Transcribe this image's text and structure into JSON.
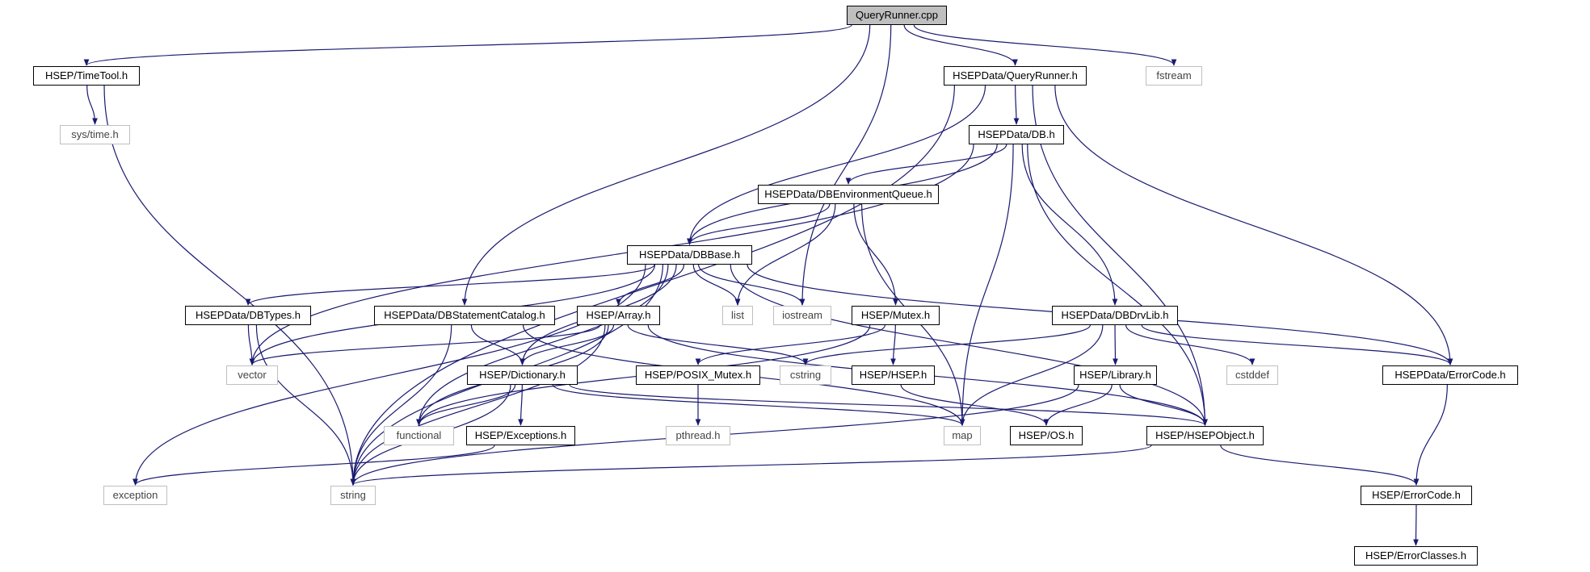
{
  "graph": {
    "title": "QueryRunner.cpp",
    "colors": {
      "edge": "#191970",
      "project_border": "#000000",
      "system_border": "#bfbfbf",
      "root_fill": "#bfbfbf",
      "background": "#ffffff"
    },
    "nodes": {
      "query-runner-cpp": {
        "label": "QueryRunner.cpp",
        "kind": "root"
      },
      "time-tool-h": {
        "label": "HSEP/TimeTool.h",
        "kind": "project"
      },
      "sys-time-h": {
        "label": "sys/time.h",
        "kind": "system"
      },
      "hsepdata-query-runner-h": {
        "label": "HSEPData/QueryRunner.h",
        "kind": "project"
      },
      "fstream": {
        "label": "fstream",
        "kind": "system"
      },
      "hsepdata-db-h": {
        "label": "HSEPData/DB.h",
        "kind": "project"
      },
      "hsepdata-db-environment-queue-h": {
        "label": "HSEPData/DBEnvironmentQueue.h",
        "kind": "project"
      },
      "hsepdata-dbbase-h": {
        "label": "HSEPData/DBBase.h",
        "kind": "project"
      },
      "hsepdata-dbtypes-h": {
        "label": "HSEPData/DBTypes.h",
        "kind": "project"
      },
      "hsepdata-db-statement-catalog-h": {
        "label": "HSEPData/DBStatementCatalog.h",
        "kind": "project"
      },
      "hsep-array-h": {
        "label": "HSEP/Array.h",
        "kind": "project"
      },
      "list": {
        "label": "list",
        "kind": "system"
      },
      "iostream": {
        "label": "iostream",
        "kind": "system"
      },
      "hsep-mutex-h": {
        "label": "HSEP/Mutex.h",
        "kind": "project"
      },
      "hsepdata-dbdrvlib-h": {
        "label": "HSEPData/DBDrvLib.h",
        "kind": "project"
      },
      "vector": {
        "label": "vector",
        "kind": "system"
      },
      "hsep-dictionary-h": {
        "label": "HSEP/Dictionary.h",
        "kind": "project"
      },
      "hsep-posix-mutex-h": {
        "label": "HSEP/POSIX_Mutex.h",
        "kind": "project"
      },
      "cstring": {
        "label": "cstring",
        "kind": "system"
      },
      "hsep-hsep-h": {
        "label": "HSEP/HSEP.h",
        "kind": "project"
      },
      "hsep-library-h": {
        "label": "HSEP/Library.h",
        "kind": "project"
      },
      "cstddef": {
        "label": "cstddef",
        "kind": "system"
      },
      "hsepdata-error-code-h": {
        "label": "HSEPData/ErrorCode.h",
        "kind": "project"
      },
      "functional": {
        "label": "functional",
        "kind": "system"
      },
      "hsep-exceptions-h": {
        "label": "HSEP/Exceptions.h",
        "kind": "project"
      },
      "pthread-h": {
        "label": "pthread.h",
        "kind": "system"
      },
      "map": {
        "label": "map",
        "kind": "system"
      },
      "hsep-os-h": {
        "label": "HSEP/OS.h",
        "kind": "project"
      },
      "hsep-hsepobject-h": {
        "label": "HSEP/HSEPObject.h",
        "kind": "project"
      },
      "exception": {
        "label": "exception",
        "kind": "system"
      },
      "string": {
        "label": "string",
        "kind": "system"
      },
      "hsep-error-code-h": {
        "label": "HSEP/ErrorCode.h",
        "kind": "project"
      },
      "hsep-error-classes-h": {
        "label": "HSEP/ErrorClasses.h",
        "kind": "project"
      }
    },
    "edges": [
      [
        "query-runner-cpp",
        "time-tool-h"
      ],
      [
        "query-runner-cpp",
        "hsepdata-query-runner-h"
      ],
      [
        "query-runner-cpp",
        "fstream"
      ],
      [
        "query-runner-cpp",
        "hsepdata-db-statement-catalog-h"
      ],
      [
        "query-runner-cpp",
        "iostream"
      ],
      [
        "time-tool-h",
        "sys-time-h"
      ],
      [
        "time-tool-h",
        "string"
      ],
      [
        "hsepdata-query-runner-h",
        "hsepdata-db-h"
      ],
      [
        "hsepdata-query-runner-h",
        "hsepdata-dbbase-h"
      ],
      [
        "hsepdata-query-runner-h",
        "hsepdata-error-code-h"
      ],
      [
        "hsepdata-query-runner-h",
        "hsep-hsepobject-h"
      ],
      [
        "hsepdata-query-runner-h",
        "string"
      ],
      [
        "hsepdata-db-h",
        "hsepdata-db-environment-queue-h"
      ],
      [
        "hsepdata-db-h",
        "hsepdata-dbbase-h"
      ],
      [
        "hsepdata-db-h",
        "hsepdata-dbdrvlib-h"
      ],
      [
        "hsepdata-db-h",
        "map"
      ],
      [
        "hsepdata-db-h",
        "vector"
      ],
      [
        "hsepdata-db-h",
        "hsep-hsepobject-h"
      ],
      [
        "hsepdata-db-environment-queue-h",
        "hsepdata-dbbase-h"
      ],
      [
        "hsepdata-db-environment-queue-h",
        "list"
      ],
      [
        "hsepdata-db-environment-queue-h",
        "hsep-mutex-h"
      ],
      [
        "hsepdata-db-environment-queue-h",
        "map"
      ],
      [
        "hsepdata-dbbase-h",
        "hsepdata-dbtypes-h"
      ],
      [
        "hsepdata-dbbase-h",
        "hsep-array-h"
      ],
      [
        "hsepdata-dbbase-h",
        "list"
      ],
      [
        "hsepdata-dbbase-h",
        "iostream"
      ],
      [
        "hsepdata-dbbase-h",
        "hsep-dictionary-h"
      ],
      [
        "hsepdata-dbbase-h",
        "vector"
      ],
      [
        "hsepdata-dbbase-h",
        "exception"
      ],
      [
        "hsepdata-dbbase-h",
        "string"
      ],
      [
        "hsepdata-dbbase-h",
        "functional"
      ],
      [
        "hsepdata-dbbase-h",
        "hsepdata-error-code-h"
      ],
      [
        "hsepdata-dbbase-h",
        "hsep-hsepobject-h"
      ],
      [
        "hsepdata-dbtypes-h",
        "vector"
      ],
      [
        "hsepdata-dbtypes-h",
        "string"
      ],
      [
        "hsepdata-db-statement-catalog-h",
        "hsep-dictionary-h"
      ],
      [
        "hsepdata-db-statement-catalog-h",
        "string"
      ],
      [
        "hsepdata-db-statement-catalog-h",
        "map"
      ],
      [
        "hsep-array-h",
        "hsep-dictionary-h"
      ],
      [
        "hsep-array-h",
        "vector"
      ],
      [
        "hsep-array-h",
        "cstring"
      ],
      [
        "hsep-array-h",
        "functional"
      ],
      [
        "hsep-array-h",
        "string"
      ],
      [
        "hsep-array-h",
        "hsep-hsepobject-h"
      ],
      [
        "hsep-mutex-h",
        "hsep-posix-mutex-h"
      ],
      [
        "hsep-mutex-h",
        "hsep-hsep-h"
      ],
      [
        "hsep-mutex-h",
        "functional"
      ],
      [
        "hsep-posix-mutex-h",
        "pthread-h"
      ],
      [
        "hsep-hsep-h",
        "hsep-os-h"
      ],
      [
        "hsepdata-dbdrvlib-h",
        "hsep-library-h"
      ],
      [
        "hsepdata-dbdrvlib-h",
        "cstddef"
      ],
      [
        "hsepdata-dbdrvlib-h",
        "cstring"
      ],
      [
        "hsepdata-dbdrvlib-h",
        "hsepdata-error-code-h"
      ],
      [
        "hsepdata-dbdrvlib-h",
        "map"
      ],
      [
        "hsep-library-h",
        "hsep-os-h"
      ],
      [
        "hsep-library-h",
        "hsep-hsepobject-h"
      ],
      [
        "hsep-library-h",
        "string"
      ],
      [
        "hsep-dictionary-h",
        "hsep-exceptions-h"
      ],
      [
        "hsep-dictionary-h",
        "functional"
      ],
      [
        "hsep-dictionary-h",
        "map"
      ],
      [
        "hsep-dictionary-h",
        "string"
      ],
      [
        "hsep-dictionary-h",
        "hsep-hsepobject-h"
      ],
      [
        "hsep-exceptions-h",
        "exception"
      ],
      [
        "hsepdata-error-code-h",
        "hsep-error-code-h"
      ],
      [
        "hsep-hsepobject-h",
        "string"
      ],
      [
        "hsep-hsepobject-h",
        "hsep-error-code-h"
      ],
      [
        "hsep-error-code-h",
        "hsep-error-classes-h"
      ]
    ]
  }
}
